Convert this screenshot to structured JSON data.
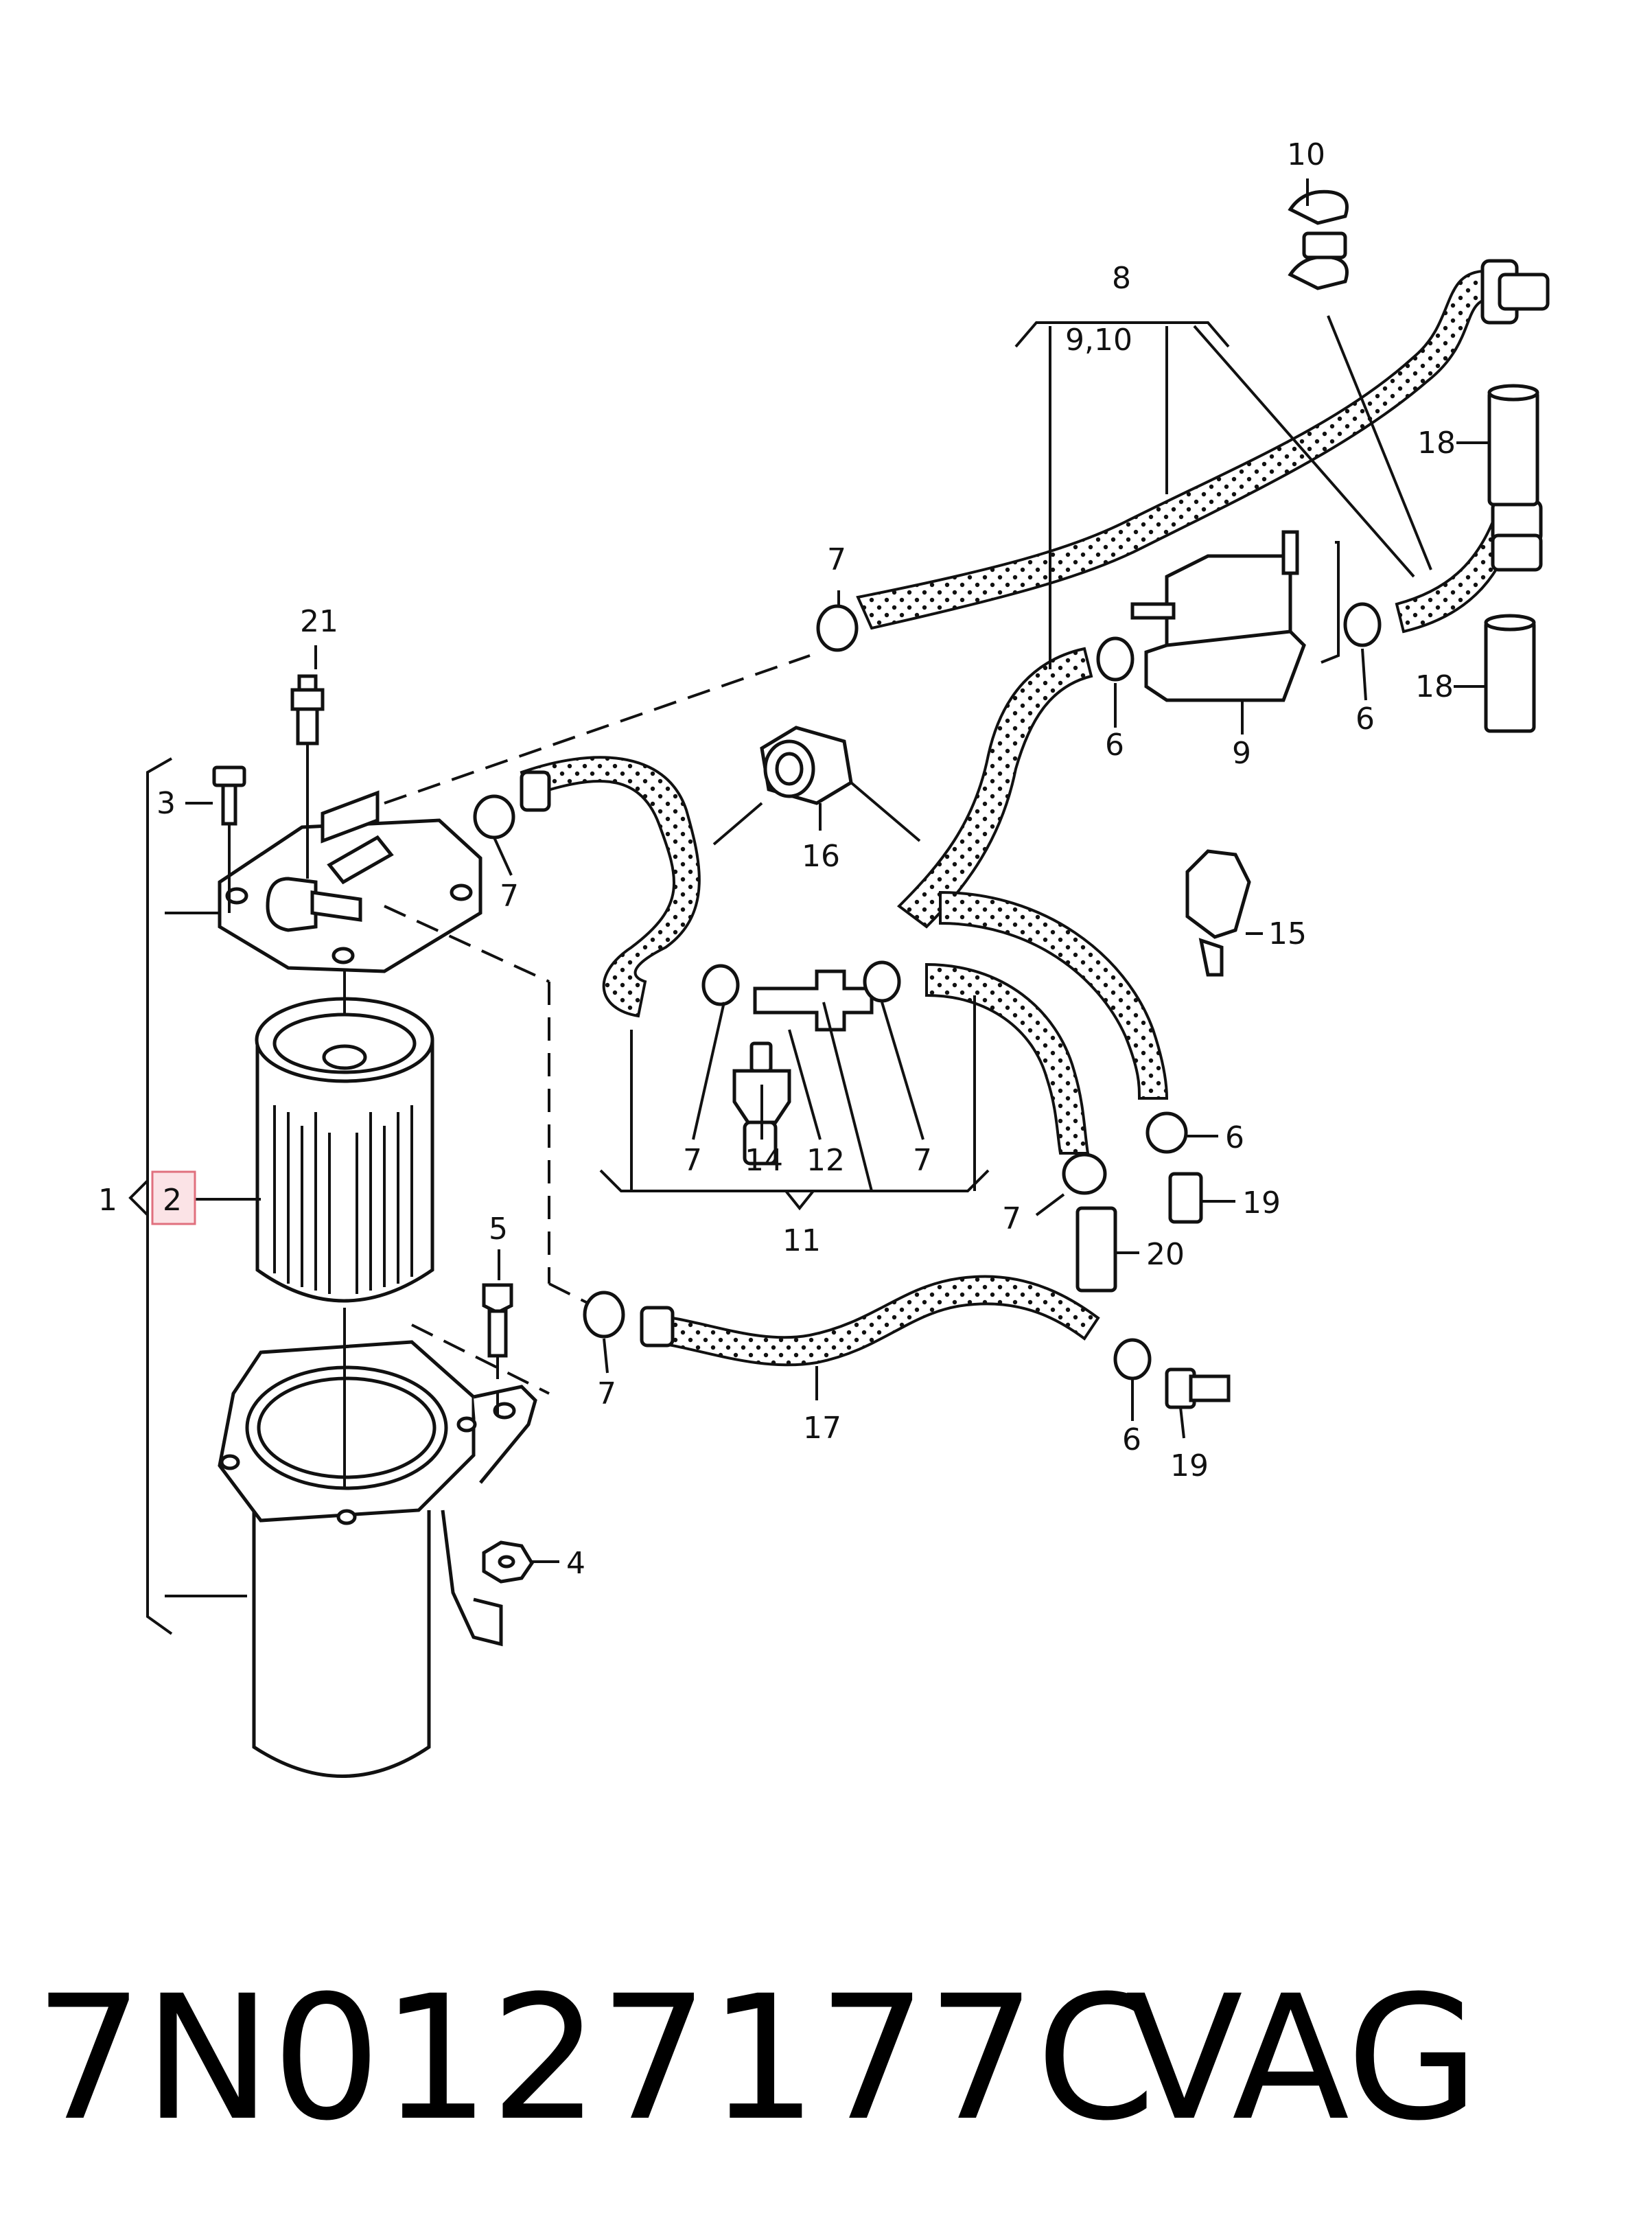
{
  "callouts": [
    {
      "id": "1",
      "label": "1"
    },
    {
      "id": "2",
      "label": "2"
    },
    {
      "id": "3",
      "label": "3"
    },
    {
      "id": "4",
      "label": "4"
    },
    {
      "id": "5",
      "label": "5"
    },
    {
      "id": "6a",
      "label": "6"
    },
    {
      "id": "6b",
      "label": "6"
    },
    {
      "id": "6c",
      "label": "6"
    },
    {
      "id": "6d",
      "label": "6"
    },
    {
      "id": "7a",
      "label": "7"
    },
    {
      "id": "7b",
      "label": "7"
    },
    {
      "id": "7c",
      "label": "7"
    },
    {
      "id": "7d",
      "label": "7"
    },
    {
      "id": "7e",
      "label": "7"
    },
    {
      "id": "7f",
      "label": "7"
    },
    {
      "id": "8",
      "label": "8"
    },
    {
      "id": "910",
      "label": "9,10"
    },
    {
      "id": "9",
      "label": "9"
    },
    {
      "id": "10",
      "label": "10"
    },
    {
      "id": "11",
      "label": "11"
    },
    {
      "id": "12",
      "label": "12"
    },
    {
      "id": "14",
      "label": "14"
    },
    {
      "id": "15",
      "label": "15"
    },
    {
      "id": "16",
      "label": "16"
    },
    {
      "id": "17",
      "label": "17"
    },
    {
      "id": "18a",
      "label": "18"
    },
    {
      "id": "18b",
      "label": "18"
    },
    {
      "id": "19a",
      "label": "19"
    },
    {
      "id": "19b",
      "label": "19"
    },
    {
      "id": "20",
      "label": "20"
    },
    {
      "id": "21",
      "label": "21"
    }
  ],
  "highlighted_callout": "2",
  "highlight_color": "#e0707e",
  "caption": {
    "part_number": "7N0127177C",
    "brand": "VAG"
  }
}
